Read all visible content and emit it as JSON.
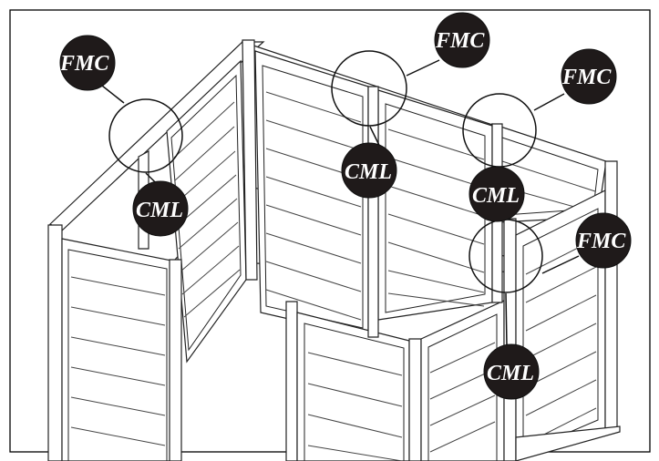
{
  "diagram": {
    "callouts": [
      {
        "label": "FMC"
      },
      {
        "label": "CML"
      },
      {
        "label": "FMC"
      },
      {
        "label": "CML"
      },
      {
        "label": "FMC"
      },
      {
        "label": "CML"
      },
      {
        "label": "FMC"
      },
      {
        "label": "CML"
      }
    ]
  }
}
